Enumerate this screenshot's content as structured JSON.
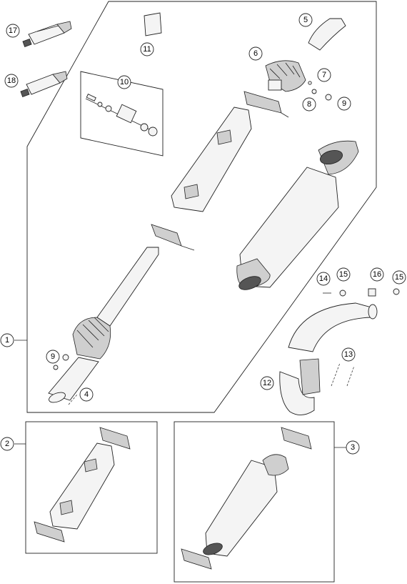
{
  "callouts": {
    "c1": "1",
    "c2": "2",
    "c3": "3",
    "c4": "4",
    "c5": "5",
    "c6": "6",
    "c7": "7",
    "c8": "8",
    "c9a": "9",
    "c9b": "9",
    "c10": "10",
    "c11": "11",
    "c12": "12",
    "c13": "13",
    "c14": "14",
    "c15a": "15",
    "c15b": "15",
    "c16": "16",
    "c17": "17",
    "c18": "18"
  }
}
